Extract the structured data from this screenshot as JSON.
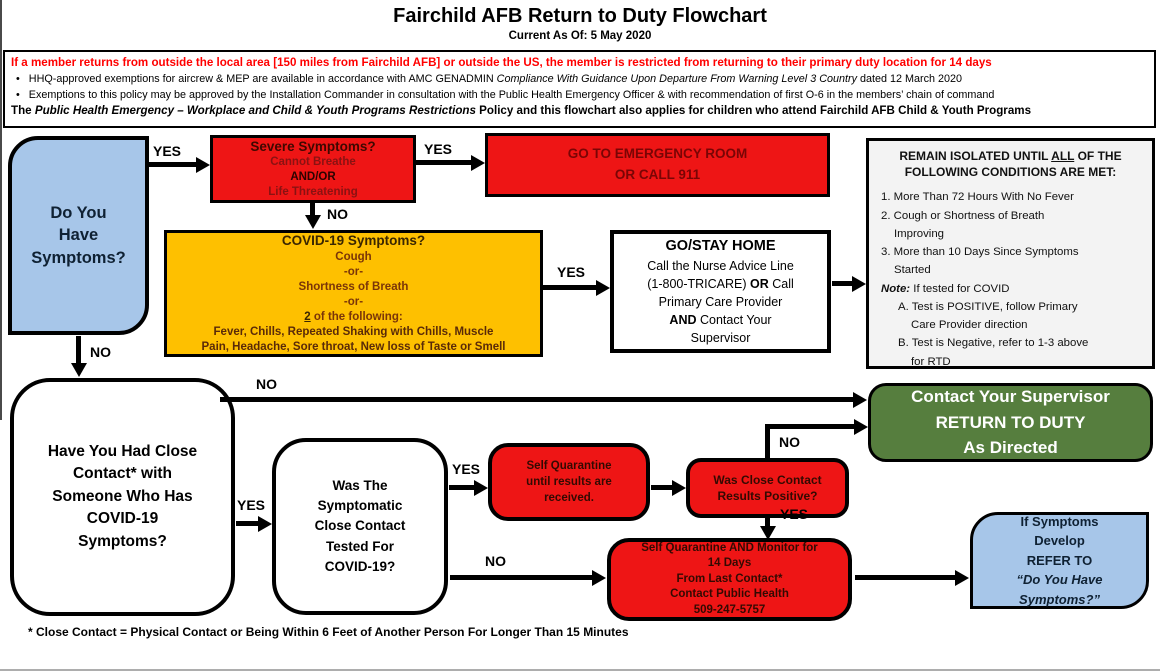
{
  "meta": {
    "title": "Fairchild AFB Return to Duty Flowchart",
    "subtitle": "Current As Of: 5 May 2020",
    "footnote": "* Close Contact = Physical Contact or Being Within 6 Feet of Another Person For Longer Than 15 Minutes"
  },
  "colors": {
    "red": "#EE1515",
    "gold": "#FEC000",
    "light_blue": "#A7C6E9",
    "green": "#567E3E",
    "light_gray": "#F3F3F3",
    "alert_red": "#FF0000"
  },
  "policy": {
    "restriction": "If a member returns from outside the local area [150 miles from Fairchild AFB] or outside the US, the member is restricted from returning to their primary duty location for 14 days",
    "bullet": "•",
    "b1": {
      "pre": "HHQ-approved exemptions for aircrew & MEP are available in accordance with AMC GENADMIN ",
      "em": "Compliance With Guidance Upon Departure From Warning Level 3 Country",
      "post": " dated 12 March 2020"
    },
    "b2": "Exemptions to this policy may be approved by the Installation Commander in consultation with the Public Health Emergency Officer & with recommendation of first O-6 in the members’ chain of command",
    "applies": {
      "pre": "The ",
      "em": "Public Health Emergency – Workplace and Child & Youth Programs Restrictions",
      "post": " Policy and this flowchart also applies for children who attend Fairchild AFB Child & Youth Programs"
    }
  },
  "flow": {
    "q1": {
      "l1": "Do You",
      "l2": "Have",
      "l3": "Symptoms?"
    },
    "severe": {
      "t": "Severe Symptoms?",
      "l1": "Cannot Breathe",
      "l2": "AND/OR",
      "l3": "Life Threatening"
    },
    "er": {
      "l1": "GO TO EMERGENCY ROOM",
      "l2": "OR CALL 911"
    },
    "covid": {
      "t": "COVID-19 Symptoms?",
      "l1": "Cough",
      "l2": "-or-",
      "l3": "Shortness of Breath",
      "l4": "-or-",
      "n": "2",
      "rest": " of the following:",
      "l6": "Fever, Chills, Repeated Shaking with Chills, Muscle",
      "l7": "Pain, Headache, Sore throat, New loss of Taste or Smell"
    },
    "home": {
      "t": "GO/STAY HOME",
      "l1": "Call the Nurse Advice Line",
      "l2a": "(1-800-TRICARE) ",
      "l2b": "OR",
      "l2c": " Call",
      "l3": "Primary Care Provider",
      "l4a": "AND",
      "l4b": " Contact Your",
      "l5": "Supervisor"
    },
    "iso": {
      "t1a": "REMAIN ISOLATED UNTIL ",
      "t1b": "ALL",
      "t1c": " OF THE",
      "t2": "FOLLOWING CONDITIONS ARE MET:",
      "i1": "1. More Than 72 Hours With No Fever",
      "i2": "2. Cough or Shortness of Breath",
      "i2b": "Improving",
      "i3": "3. More than 10 Days Since Symptoms",
      "i3b": "Started",
      "note_b": "Note:",
      "note_t": " If tested for COVID",
      "a1": "A. Test is POSITIVE, follow Primary",
      "a1b": "Care Provider direction",
      "b1": "B. Test is Negative, refer to 1-3 above",
      "b1b": "for RTD"
    },
    "q2": {
      "l1": "Have You Had Close",
      "l2": "Contact* with",
      "l3": "Someone Who Has",
      "l4": "COVID-19",
      "l5": "Symptoms?"
    },
    "q3": {
      "l1": "Was The",
      "l2": "Symptomatic",
      "l3": "Close Contact",
      "l4": "Tested For",
      "l5": "COVID-19?"
    },
    "quarA": {
      "l1": "Self Quarantine",
      "l2": "until results are",
      "l3": "received."
    },
    "posq": {
      "l1": "Was Close Contact",
      "l2": "Results Positive?"
    },
    "green": {
      "l1": "Contact Your Supervisor",
      "l2": "RETURN TO DUTY",
      "l3": "As Directed"
    },
    "quarC": {
      "l1": "Self Quarantine AND Monitor for",
      "l2": "14 Days",
      "l3": "From Last Contact*",
      "l4": "Contact Public Health",
      "l5": "509-247-5757"
    },
    "blue2": {
      "l1": "If Symptoms",
      "l2": "Develop",
      "l3": "REFER TO",
      "l4": "“Do You Have",
      "l5": "Symptoms?”"
    }
  },
  "labels": {
    "q1_yes": "YES",
    "q1_no": "NO",
    "severe_yes": "YES",
    "severe_no": "NO",
    "covid_yes": "YES",
    "q2_no": "NO",
    "q2_yes": "YES",
    "q3_yes": "YES",
    "q3_no": "NO",
    "posq_no": "NO",
    "posq_yes": "YES"
  }
}
